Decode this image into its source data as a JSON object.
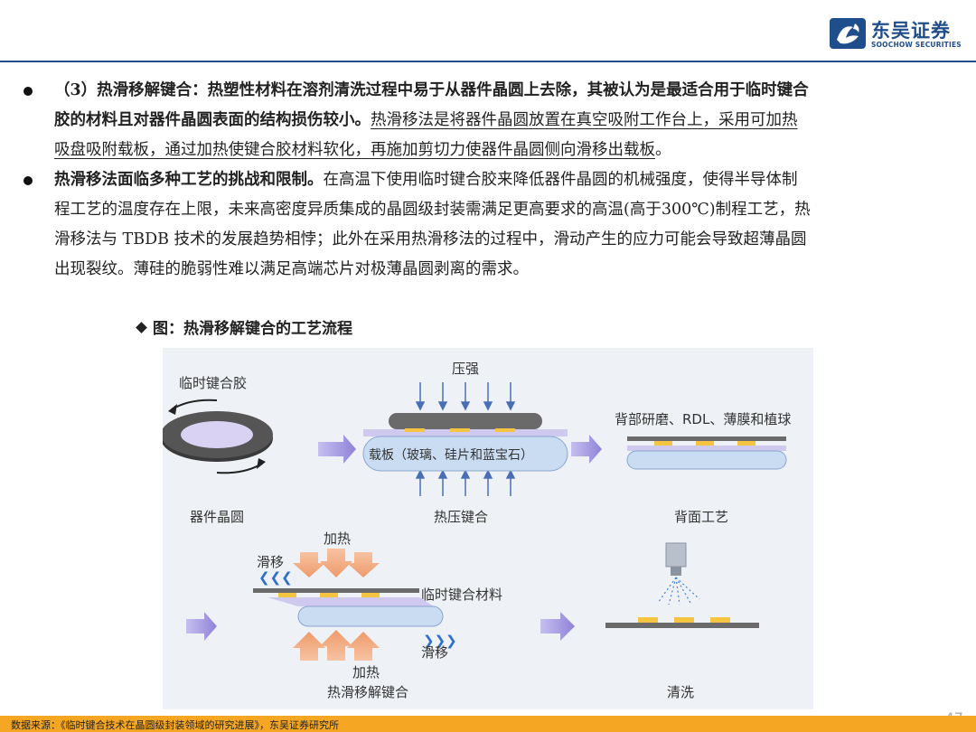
{
  "header": {
    "logo_cn": "东吴证券",
    "logo_en": "SOOCHOW SECURITIES"
  },
  "paragraphs": {
    "p1": {
      "line1_bold": "（3）热滑移解键合：热塑性材料在溶剂清洗过程中易于从器件晶圆上去除，其被认为是最适合用于临时键合",
      "line2_bold": "胶的材料且对器件晶圆表面的结构损伤较小。",
      "line2_ul": "热滑移法是将器件晶圆放置在真空吸附工作台上，采用可加热",
      "line3_ul": "吸盘吸附载板，通过加热使键合胶材料软化，再施加剪切力使器件晶圆侧向滑移出载板",
      "line3_end": "。"
    },
    "p2": {
      "line1_bold": "热滑移法面临多种工艺的挑战和限制。",
      "line1_rest": "在高温下使用临时键合胶来降低器件晶圆的机械强度，使得半导体制",
      "line2": "程工艺的温度存在上限，未来高密度异质集成的晶圆级封装需满足更高要求的高温(高于300℃)制程工艺，热",
      "line3": "滑移法与 TBDB 技术的发展趋势相悖；此外在采用热滑移法的过程中，滑动产生的应力可能会导致超薄晶圆",
      "line4": "出现裂纹。薄硅的脆弱性难以满足高端芯片对极薄晶圆剥离的需求。"
    }
  },
  "figure": {
    "title": "图：热滑移解键合的工艺流程",
    "labels": {
      "temp_adhesive": "临时键合胶",
      "device_wafer": "器件晶圆",
      "pressure": "压强",
      "carrier": "载板（玻璃、硅片和蓝宝石）",
      "thermo_compression": "热压键合",
      "backside_ops": "背部研磨、RDL、薄膜和植球",
      "backside_process": "背面工艺",
      "heat_top": "加热",
      "slide_left": "滑移",
      "temp_bond_material": "临时键合材料",
      "slide_right": "滑移",
      "heat_bottom": "加热",
      "thermal_slide_debond": "热滑移解键合",
      "cleaning": "清洗"
    }
  },
  "footer": {
    "source": "数据来源：《临时键合技术在晶圆级封装领域的研究进展》，东吴证券研究所",
    "page": "47"
  },
  "colors": {
    "brand_blue": "#1f4e8c",
    "footer_orange": "#f5a623",
    "arrow_purple": "#9b8fd6",
    "arrow_orange": "#f0a274",
    "carrier_blue": "#c9dcf2",
    "bump_yellow": "#f5c542"
  }
}
